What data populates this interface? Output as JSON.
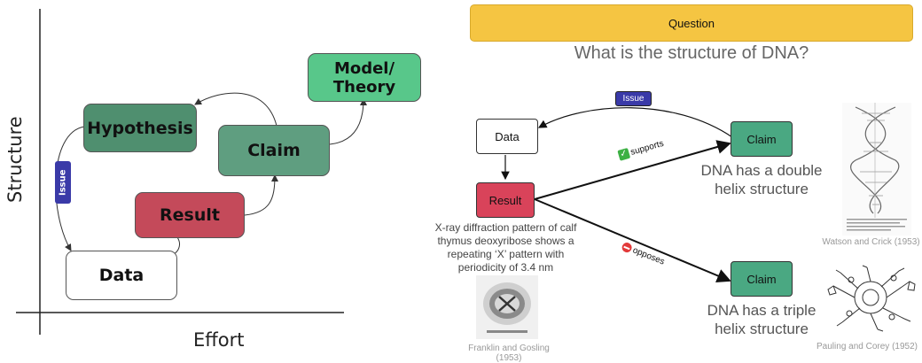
{
  "left": {
    "y_axis_label": "Structure",
    "x_axis_label": "Effort",
    "nodes": {
      "hypothesis": "Hypothesis",
      "claim": "Claim",
      "model": "Model/ Theory",
      "result": "Result",
      "data": "Data"
    },
    "issue_badge": "Issue"
  },
  "right": {
    "question_label": "Question",
    "question_text": "What is the structure of DNA?",
    "issue_badge": "Issue",
    "data_label": "Data",
    "result_label": "Result",
    "result_text": "X-ray diffraction pattern of calf thymus deoxyribose shows a repeating ‘X’ pattern with periodicity of 3.4 nm",
    "result_caption": "Franklin and Gosling (1953)",
    "supports_label": "supports",
    "opposes_label": "opposes",
    "claim1": {
      "label": "Claim",
      "text": "DNA has a double helix structure",
      "caption": "Watson and Crick (1953)"
    },
    "claim2": {
      "label": "Claim",
      "text": "DNA has a triple helix structure",
      "caption": "Pauling and Corey (1952)"
    }
  },
  "colors": {
    "hypothesis": "#4f8f6f",
    "claim_left": "#5f9e80",
    "model": "#58c78a",
    "result": "#c44a5a",
    "question": "#f5c542",
    "claim_right": "#4aa882",
    "issue": "#3a3aa8"
  }
}
